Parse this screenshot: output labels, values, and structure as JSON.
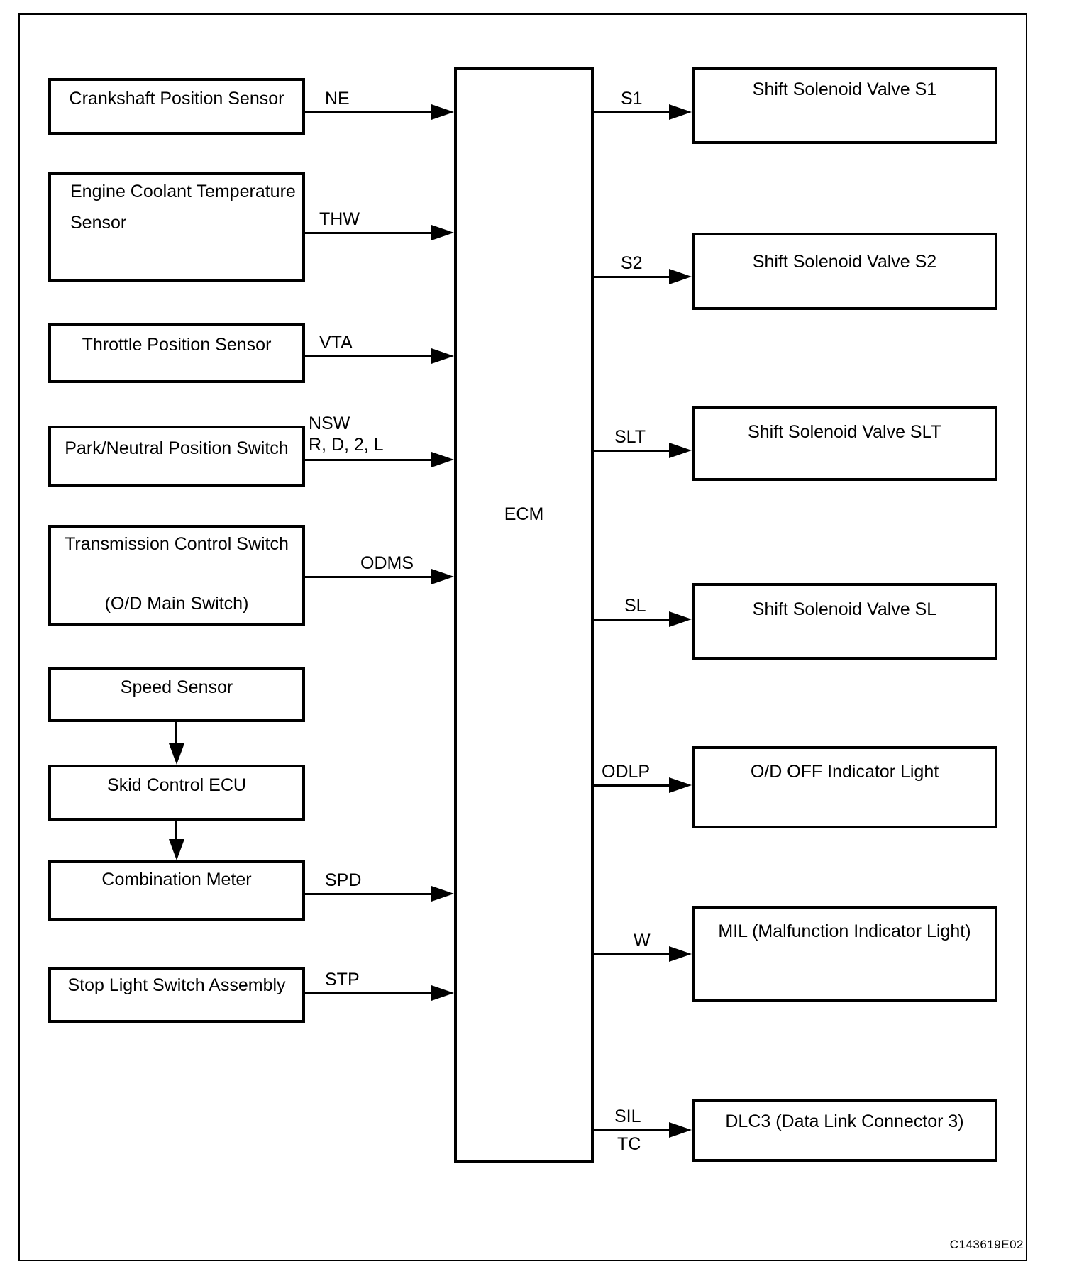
{
  "diagram": {
    "ecm_label": "ECM",
    "figure_code": "C143619E02",
    "colors": {
      "line": "#000000",
      "background": "#ffffff"
    },
    "left_column": [
      {
        "id": "crankshaft-position-sensor",
        "lines": [
          "Crankshaft Position Sensor"
        ],
        "signal": "NE"
      },
      {
        "id": "engine-coolant-temperature-sensor",
        "lines": [
          "Engine Coolant Temperature",
          "Sensor"
        ],
        "signal": "THW"
      },
      {
        "id": "throttle-position-sensor",
        "lines": [
          "Throttle Position Sensor"
        ],
        "signal": "VTA"
      },
      {
        "id": "park-neutral-position-switch",
        "lines": [
          "Park/Neutral Position Switch"
        ],
        "signal": "NSW",
        "signal_line2": "R, D, 2, L"
      },
      {
        "id": "transmission-control-switch",
        "lines": [
          "Transmission Control Switch",
          "(O/D Main Switch)"
        ],
        "signal": "ODMS"
      },
      {
        "id": "speed-sensor",
        "lines": [
          "Speed Sensor"
        ],
        "signal": ""
      },
      {
        "id": "skid-control-ecu",
        "lines": [
          "Skid Control ECU"
        ],
        "signal": ""
      },
      {
        "id": "combination-meter",
        "lines": [
          "Combination Meter"
        ],
        "signal": "SPD"
      },
      {
        "id": "stop-light-switch-assembly",
        "lines": [
          "Stop Light Switch Assembly"
        ],
        "signal": "STP"
      }
    ],
    "right_column": [
      {
        "id": "shift-solenoid-valve-s1",
        "label": "Shift Solenoid Valve S1",
        "signal": "S1"
      },
      {
        "id": "shift-solenoid-valve-s2",
        "label": "Shift Solenoid Valve S2",
        "signal": "S2"
      },
      {
        "id": "shift-solenoid-valve-slt",
        "label": "Shift Solenoid Valve SLT",
        "signal": "SLT"
      },
      {
        "id": "shift-solenoid-valve-sl",
        "label": "Shift Solenoid Valve SL",
        "signal": "SL"
      },
      {
        "id": "od-off-indicator-light",
        "label": "O/D OFF Indicator Light",
        "signal": "ODLP"
      },
      {
        "id": "mil",
        "label": "MIL (Malfunction Indicator Light)",
        "signal": "W"
      },
      {
        "id": "dlc3",
        "label": "DLC3 (Data Link Connector 3)",
        "signal": "SIL",
        "signal_line2": "TC"
      }
    ]
  }
}
